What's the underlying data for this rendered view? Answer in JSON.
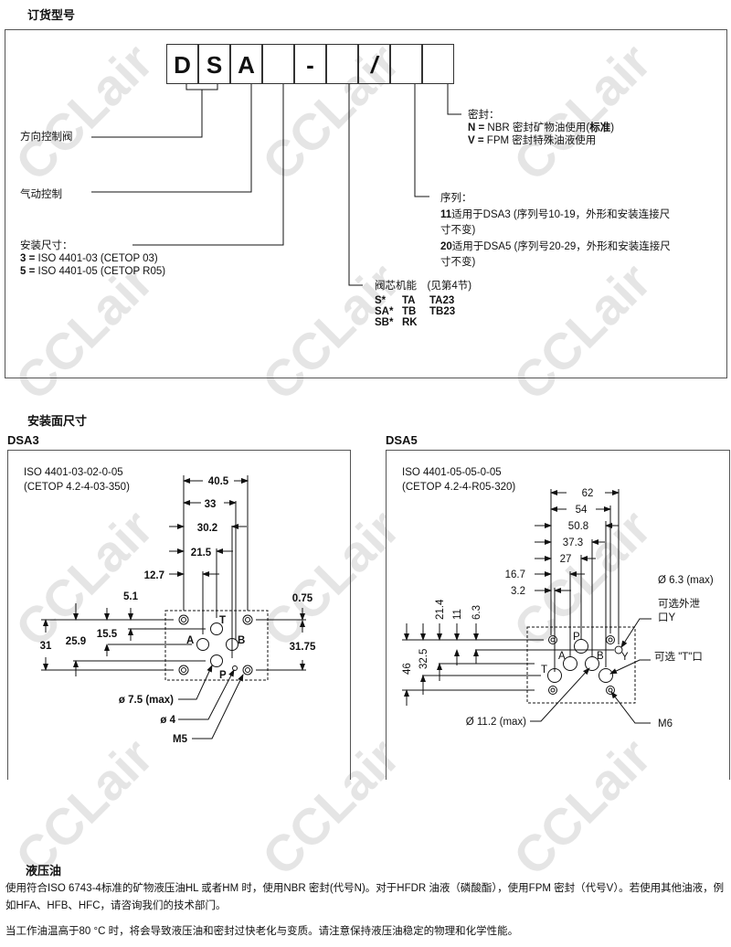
{
  "watermark": "CCLair",
  "ordering": {
    "title": "订货型号",
    "code_boxes": [
      "D",
      "S",
      "A",
      "",
      "-",
      "",
      "/",
      "",
      ""
    ],
    "directional_valve": "方向控制阀",
    "pneumatic": "气动控制",
    "mounting": {
      "label": "安装尺寸：",
      "opt3_key": "3 =",
      "opt3": " ISO 4401-03 (CETOP 03)",
      "opt5_key": "5 =",
      "opt5": " ISO 4401-05 (CETOP R05)"
    },
    "seal": {
      "label": "密封：",
      "n_key": "N =",
      "n_text": " NBR 密封矿物油使用(",
      "n_std": "标准",
      "n_close": ")",
      "v_key": "V =",
      "v_text": " FPM 密封特殊油液使用"
    },
    "series": {
      "label": "序列：",
      "s11_key": "11",
      "s11_l1": "适用于DSA3 (序列号10-19，外形和安装连接尺",
      "s11_l2": "寸不变)",
      "s20_key": "20",
      "s20_l1": "适用于DSA5 (序列号20-29，外形和安装连接尺",
      "s20_l2": "寸不变)"
    },
    "spool": {
      "label": "阀芯机能　(见第4节)",
      "items": [
        "S*",
        "TA",
        "TA23",
        "SA*",
        "TB",
        "TB23",
        "SB*",
        "RK"
      ]
    }
  },
  "mounting_surface": {
    "title": "安装面尺寸",
    "dsa3": {
      "title": "DSA3",
      "std1": "ISO 4401-03-02-0-05",
      "std2": "(CETOP 4.2-4-03-350)",
      "dims": [
        "40.5",
        "33",
        "30.2",
        "21.5",
        "12.7",
        "5.1",
        "15.5",
        "25.9",
        "31",
        "0.75",
        "31.75"
      ],
      "ports": [
        "T",
        "A",
        "B",
        "P"
      ],
      "callouts": [
        "ø 7.5 (max)",
        "ø 4",
        "M5"
      ]
    },
    "dsa5": {
      "title": "DSA5",
      "std1": "ISO 4401-05-05-0-05",
      "std2": "(CETOP 4.2-4-R05-320)",
      "dims": [
        "62",
        "54",
        "50.8",
        "37.3",
        "27",
        "16.7",
        "3.2",
        "21.4",
        "11",
        "6.3",
        "46",
        "32.5"
      ],
      "ports": [
        "P",
        "A",
        "B",
        "T",
        "Y"
      ],
      "callouts": [
        "Ø 6.3 (max)",
        "可选外泄",
        "口Y",
        "可选 \"T\"口",
        "Ø 11.2 (max)",
        "M6"
      ]
    }
  },
  "hydraulic_fluid": {
    "title": "液压油",
    "p1": "使用符合ISO 6743-4标准的矿物液压油HL 或者HM 时，使用NBR 密封(代号N)。对于HFDR 油液（磷酸酯），使用FPM 密封（代号V）。若使用其他油液，例如HFA、HFB、HFC，请咨询我们的技术部门。",
    "p2": "当工作油温高于80 °C 时，将会导致液压油和密封过快老化与变质。请注意保持液压油稳定的物理和化学性能。"
  }
}
